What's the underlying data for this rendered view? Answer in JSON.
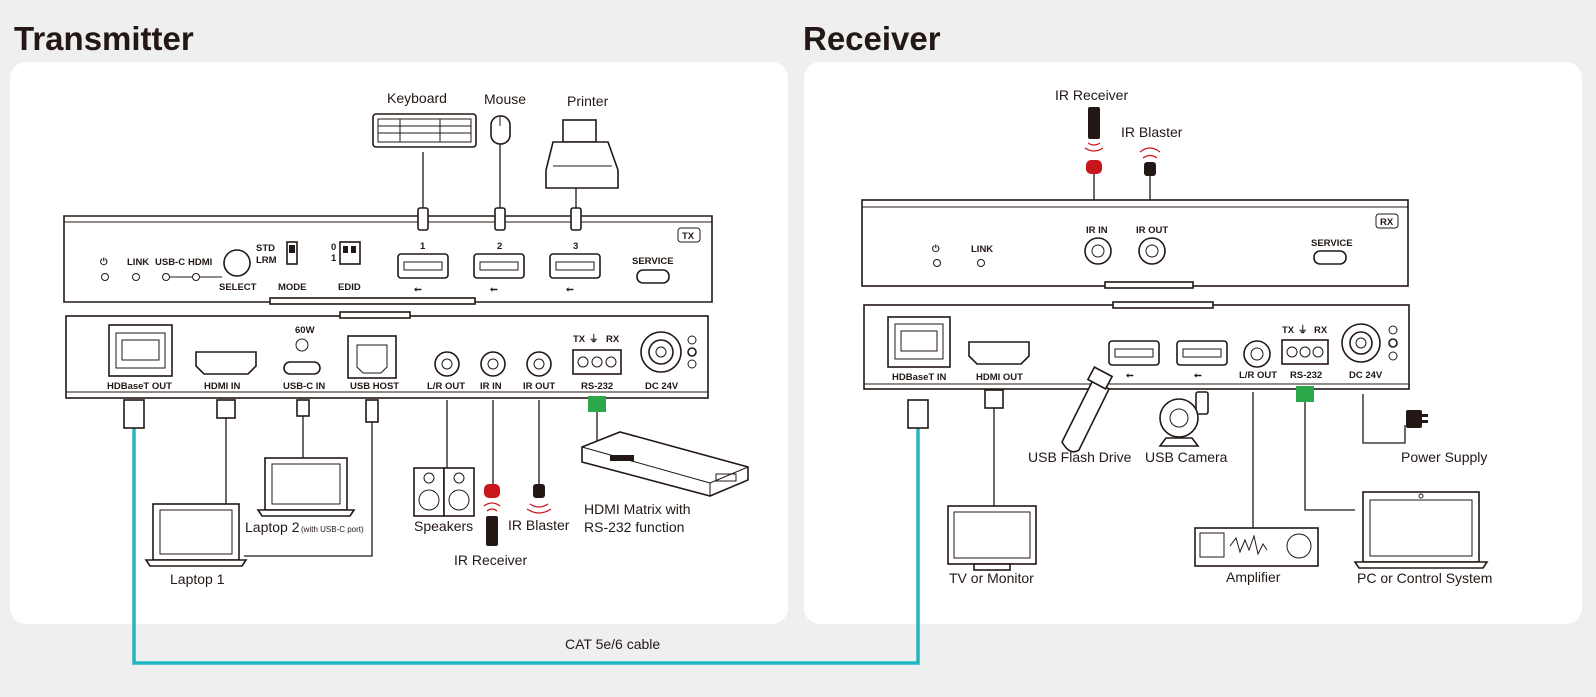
{
  "sections": {
    "transmitter_title": "Transmitter",
    "receiver_title": "Receiver"
  },
  "tx": {
    "badge": "TX",
    "front_labels": {
      "link": "LINK",
      "usbc": "USB-C",
      "hdmi": "HDMI",
      "select": "SELECT",
      "std": "STD",
      "lrm": "LRM",
      "mode": "MODE",
      "edid": "EDID",
      "edid_0": "0",
      "edid_1": "1",
      "port1": "1",
      "port2": "2",
      "port3": "3",
      "service": "SERVICE"
    },
    "rear_labels": {
      "hdbaset_out": "HDBaseT OUT",
      "hdmi_in": "HDMI IN",
      "usbc_in": "USB-C IN",
      "usbc_power": "60W",
      "usb_host": "USB HOST",
      "lr_out": "L/R OUT",
      "ir_in": "IR IN",
      "ir_out": "IR OUT",
      "rs232": "RS-232",
      "tx": "TX",
      "rx": "RX",
      "dc": "DC 24V"
    },
    "devices": {
      "keyboard": "Keyboard",
      "mouse": "Mouse",
      "printer": "Printer",
      "laptop1": "Laptop 1",
      "laptop2": "Laptop 2",
      "laptop2_note": "(with USB-C port)",
      "speakers": "Speakers",
      "ir_receiver": "IR Receiver",
      "ir_blaster": "IR Blaster",
      "matrix_line1": "HDMI Matrix with",
      "matrix_line2": "RS-232 function"
    }
  },
  "rx": {
    "badge": "RX",
    "front_labels": {
      "link": "LINK",
      "ir_in": "IR IN",
      "ir_out": "IR OUT",
      "service": "SERVICE"
    },
    "rear_labels": {
      "hdbaset_in": "HDBaseT IN",
      "hdmi_out": "HDMI OUT",
      "lr_out": "L/R OUT",
      "rs232": "RS-232",
      "tx": "TX",
      "rx": "RX",
      "dc": "DC 24V"
    },
    "devices": {
      "ir_receiver": "IR Receiver",
      "ir_blaster": "IR Blaster",
      "usb_flash": "USB Flash Drive",
      "usb_camera": "USB Camera",
      "power_supply": "Power Supply",
      "tv": "TV or Monitor",
      "amplifier": "Amplifier",
      "pc": "PC or Control System"
    }
  },
  "cable_label": "CAT 5e/6 cable",
  "colors": {
    "cable": "#20b6c2",
    "ir_red": "#c8161d",
    "rs232_green": "#2aa84a",
    "ink": "#231815"
  }
}
